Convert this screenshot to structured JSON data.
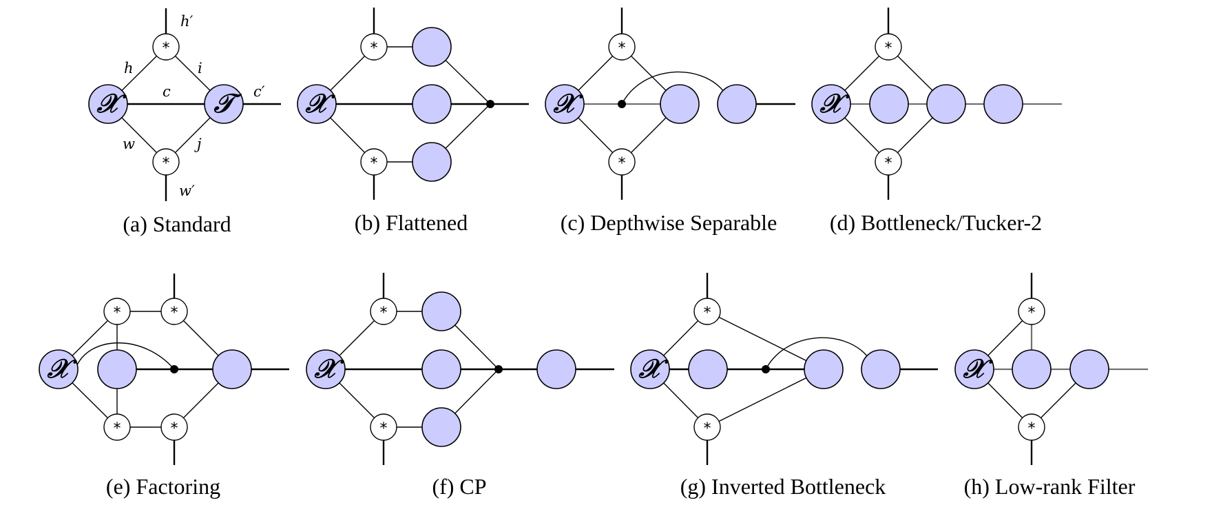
{
  "figure": {
    "panels": [
      {
        "id": "a",
        "caption": "(a) Standard",
        "nodes": [
          {
            "id": "X",
            "kind": "tensor",
            "glyph": "𝒳"
          },
          {
            "id": "T",
            "kind": "tensor",
            "glyph": "𝒯"
          },
          {
            "id": "s1",
            "kind": "conv",
            "glyph": "*"
          },
          {
            "id": "s2",
            "kind": "conv",
            "glyph": "*"
          }
        ],
        "edges": [
          {
            "from": "X",
            "to": "s1",
            "label": "h"
          },
          {
            "from": "s1",
            "to": "T",
            "label": "i"
          },
          {
            "from": "X",
            "to": "T",
            "label": "c"
          },
          {
            "from": "X",
            "to": "s2",
            "label": "w"
          },
          {
            "from": "s2",
            "to": "T",
            "label": "j"
          },
          {
            "from": "s1",
            "to": "out-top",
            "label": "h′"
          },
          {
            "from": "s2",
            "to": "out-bottom",
            "label": "w′"
          },
          {
            "from": "T",
            "to": "out-right",
            "label": "c′"
          }
        ]
      },
      {
        "id": "b",
        "caption": "(b) Flattened",
        "nodes": [
          {
            "id": "X",
            "kind": "tensor",
            "glyph": "𝒳"
          },
          {
            "id": "s1",
            "kind": "conv",
            "glyph": "*"
          },
          {
            "id": "s2",
            "kind": "conv",
            "glyph": "*"
          },
          {
            "id": "n1",
            "kind": "factor"
          },
          {
            "id": "n2",
            "kind": "factor"
          },
          {
            "id": "n3",
            "kind": "factor"
          },
          {
            "id": "d",
            "kind": "hyperedge"
          }
        ]
      },
      {
        "id": "c",
        "caption": "(c) Depthwise Separable",
        "nodes": [
          {
            "id": "X",
            "kind": "tensor",
            "glyph": "𝒳"
          },
          {
            "id": "s1",
            "kind": "conv",
            "glyph": "*"
          },
          {
            "id": "s2",
            "kind": "conv",
            "glyph": "*"
          },
          {
            "id": "d",
            "kind": "hyperedge"
          },
          {
            "id": "n1",
            "kind": "factor"
          },
          {
            "id": "n2",
            "kind": "factor"
          }
        ]
      },
      {
        "id": "d",
        "caption": "(d) Bottleneck/Tucker-2",
        "nodes": [
          {
            "id": "X",
            "kind": "tensor",
            "glyph": "𝒳"
          },
          {
            "id": "s1",
            "kind": "conv",
            "glyph": "*"
          },
          {
            "id": "s2",
            "kind": "conv",
            "glyph": "*"
          },
          {
            "id": "n1",
            "kind": "factor"
          },
          {
            "id": "n2",
            "kind": "factor"
          },
          {
            "id": "n3",
            "kind": "factor"
          }
        ]
      },
      {
        "id": "e",
        "caption": "(e) Factoring",
        "nodes": [
          {
            "id": "X",
            "kind": "tensor",
            "glyph": "𝒳"
          },
          {
            "id": "s1",
            "kind": "conv",
            "glyph": "*"
          },
          {
            "id": "s2",
            "kind": "conv",
            "glyph": "*"
          },
          {
            "id": "s3",
            "kind": "conv",
            "glyph": "*"
          },
          {
            "id": "s4",
            "kind": "conv",
            "glyph": "*"
          },
          {
            "id": "n1",
            "kind": "factor"
          },
          {
            "id": "d",
            "kind": "hyperedge"
          },
          {
            "id": "n2",
            "kind": "factor"
          }
        ]
      },
      {
        "id": "f",
        "caption": "(f) CP",
        "nodes": [
          {
            "id": "X",
            "kind": "tensor",
            "glyph": "𝒳"
          },
          {
            "id": "s1",
            "kind": "conv",
            "glyph": "*"
          },
          {
            "id": "s2",
            "kind": "conv",
            "glyph": "*"
          },
          {
            "id": "n1",
            "kind": "factor"
          },
          {
            "id": "n2",
            "kind": "factor"
          },
          {
            "id": "n3",
            "kind": "factor"
          },
          {
            "id": "d",
            "kind": "hyperedge"
          },
          {
            "id": "n4",
            "kind": "factor"
          }
        ]
      },
      {
        "id": "g",
        "caption": "(g) Inverted Bottleneck",
        "nodes": [
          {
            "id": "X",
            "kind": "tensor",
            "glyph": "𝒳"
          },
          {
            "id": "s1",
            "kind": "conv",
            "glyph": "*"
          },
          {
            "id": "s2",
            "kind": "conv",
            "glyph": "*"
          },
          {
            "id": "n1",
            "kind": "factor"
          },
          {
            "id": "d",
            "kind": "hyperedge"
          },
          {
            "id": "n2",
            "kind": "factor"
          },
          {
            "id": "n3",
            "kind": "factor"
          }
        ]
      },
      {
        "id": "h",
        "caption": "(h) Low-rank Filter",
        "nodes": [
          {
            "id": "X",
            "kind": "tensor",
            "glyph": "𝒳"
          },
          {
            "id": "s1",
            "kind": "conv",
            "glyph": "*"
          },
          {
            "id": "s2",
            "kind": "conv",
            "glyph": "*"
          },
          {
            "id": "n1",
            "kind": "factor"
          },
          {
            "id": "n2",
            "kind": "factor"
          }
        ]
      }
    ],
    "colors": {
      "factor_fill": "#ccccff",
      "conv_fill": "#ffffff",
      "stroke": "#000000",
      "gray_edge": "#707070"
    }
  }
}
